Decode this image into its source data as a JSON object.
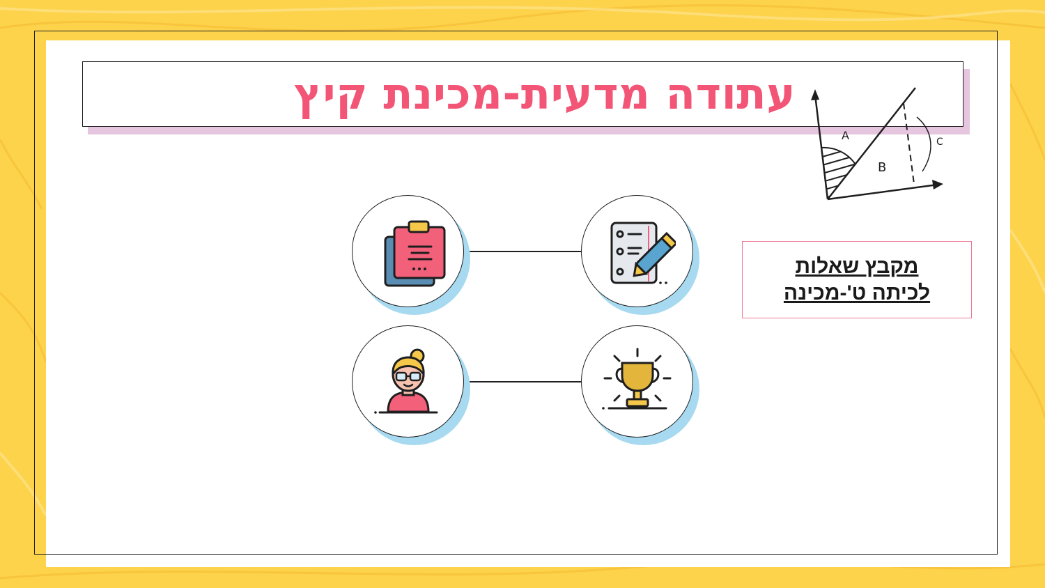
{
  "slide": {
    "title": "עתודה מדעית-מכינת קיץ",
    "link": {
      "line1": "מקבץ שאלות",
      "line2": "לכיתה ט'-מכינה"
    },
    "diagram_labels": {
      "a": "A",
      "b": "B",
      "c": "C"
    }
  },
  "icons": [
    {
      "id": "notes",
      "icon": "clipboard-icon"
    },
    {
      "id": "writing",
      "icon": "checklist-pen-icon"
    },
    {
      "id": "teacher",
      "icon": "teacher-avatar-icon"
    },
    {
      "id": "award",
      "icon": "trophy-icon"
    }
  ],
  "colors": {
    "background": "#fcd34a",
    "title": "#f25576",
    "title_shadow": "#e6c6de",
    "link_border": "#ec7a93",
    "circle_shadow": "#a7daf0"
  }
}
